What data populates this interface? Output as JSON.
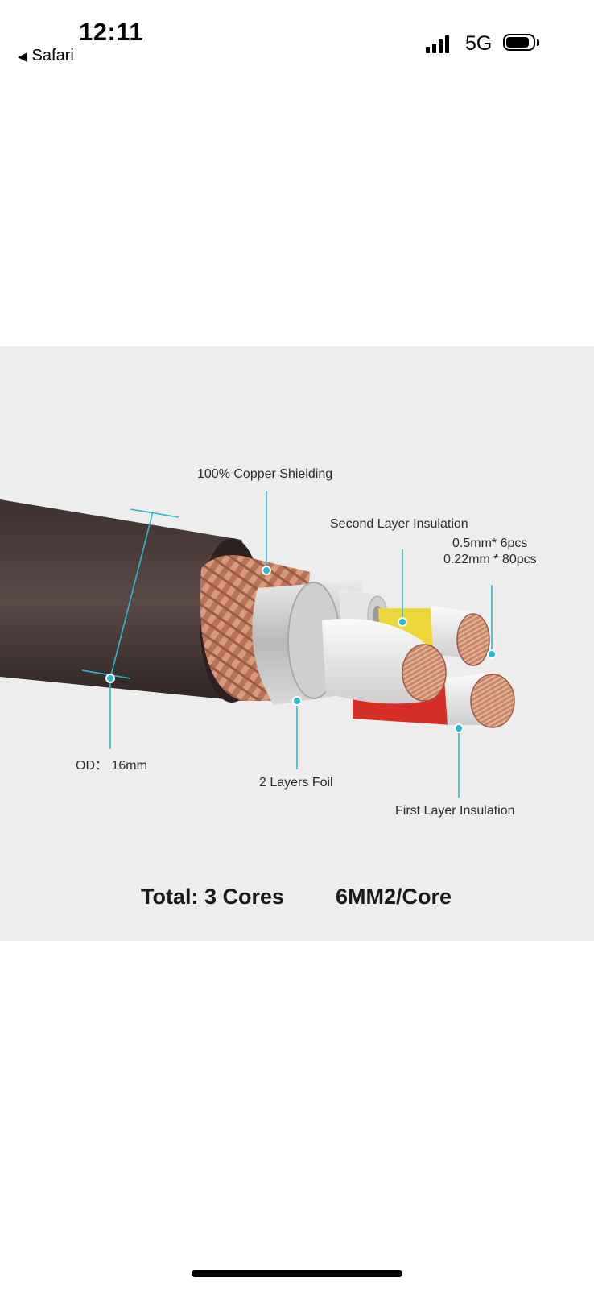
{
  "status_bar": {
    "time": "12:11",
    "back_label": "Safari",
    "back_icon": "back-triangle-icon",
    "network": "5G",
    "icons": [
      "signal-icon",
      "battery-icon"
    ]
  },
  "product_image": {
    "callouts": {
      "copper_shielding": "100% Copper Shielding",
      "second_insulation": "Second Layer Insulation",
      "strand_spec_1": "0.5mm* 6pcs",
      "strand_spec_2": "0.22mm * 80pcs",
      "outer_diameter": "OD： 16mm",
      "foil": "2 Layers Foil",
      "first_insulation": "First Layer Insulation"
    },
    "caption": {
      "cores": "Total: 3 Cores",
      "section": "6MM2/Core"
    },
    "colors": {
      "background": "#ededed",
      "jacket": "#4a3b39",
      "leader": "#2bb8d2",
      "copper": "#c48463",
      "yellow_core": "#ecd63a",
      "red_core": "#d62f28"
    }
  }
}
